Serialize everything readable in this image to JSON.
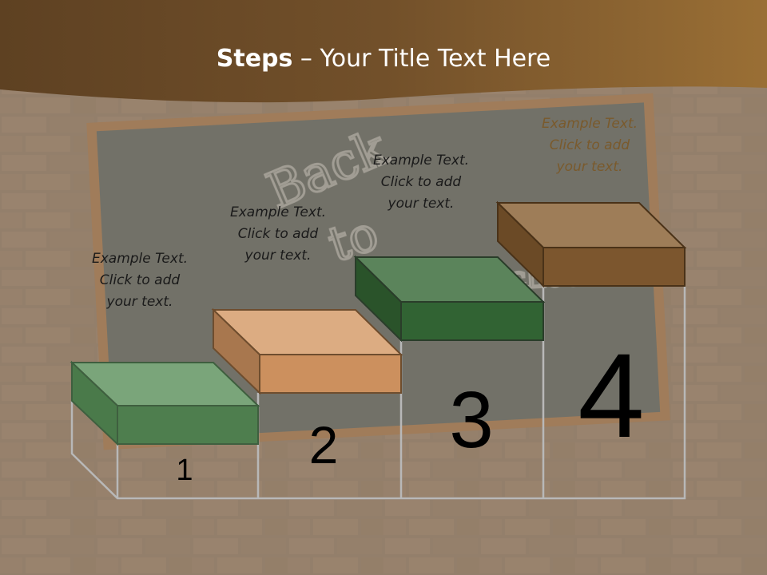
{
  "title": {
    "bold": "Steps",
    "rest": " – Your Title Text Here"
  },
  "steps": [
    {
      "number": "1",
      "line1": "Example Text.",
      "line2": "Click  to add",
      "line3": "your text."
    },
    {
      "number": "2",
      "line1": "Example Text.",
      "line2": "Click  to add",
      "line3": "your text."
    },
    {
      "number": "3",
      "line1": "Example Text.",
      "line2": "Click  to add",
      "line3": "your text."
    },
    {
      "number": "4",
      "line1": "Example Text.",
      "line2": "Click  to add",
      "line3": "your text."
    }
  ],
  "chalkboard_text": [
    "Back",
    "to",
    "School"
  ],
  "colors": {
    "header": "#6e4d22",
    "brick_wall": "#8e7a66",
    "chalkboard": "#5a6360",
    "step1": "#4e7a4e",
    "step2": "#c98b5a",
    "step3": "#2f5d2f",
    "step4": "#7a5530"
  }
}
